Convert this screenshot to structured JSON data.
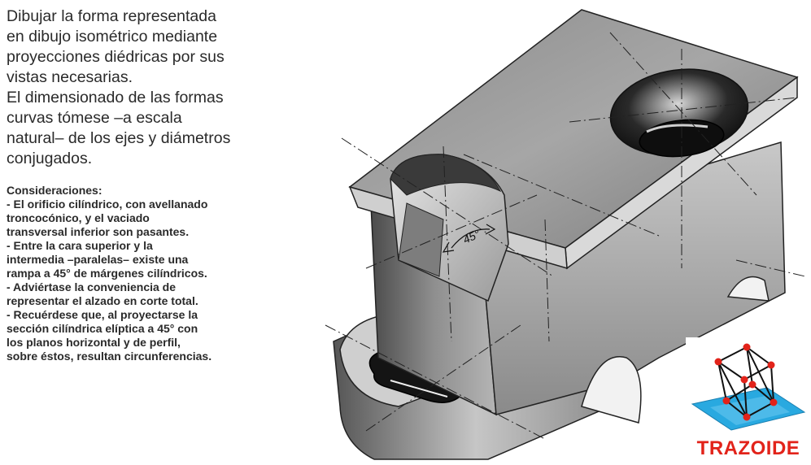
{
  "instructions": {
    "intro": "Dibujar la forma representada\nen  dibujo isométrico mediante\nproyecciones diédricas por sus\nvistas necesarias.\nEl dimensionado de las formas\ncurvas tómese –a escala\nnatural– de los ejes y diámetros\nconjugados.",
    "considerations_title": "Consideraciones:",
    "considerations_text": "- El orificio cilíndrico, con avellanado\ntroncocónico, y el vaciado\ntransversal inferior son pasantes.\n- Entre la cara superior y la\nintermedia –paralelas– existe una\nrampa a 45° de márgenes cilíndricos.\n- Adviértase la conveniencia de\nrepresentar el alzado en corte total.\n- Recuérdese que, al proyectarse la\nsección cilíndrica elíptica a 45° con\nlos planos horizontal y de perfil,\nsobre éstos, resultan circunferencias."
  },
  "drawing": {
    "angle_label": "45°"
  },
  "logo": {
    "brand": "TRAZOIDE",
    "icon": "wireframe-cube-on-plane-icon",
    "colors": {
      "text": "#e2231a",
      "plane": "#29a9e0",
      "vertices": "#e2231a"
    }
  }
}
